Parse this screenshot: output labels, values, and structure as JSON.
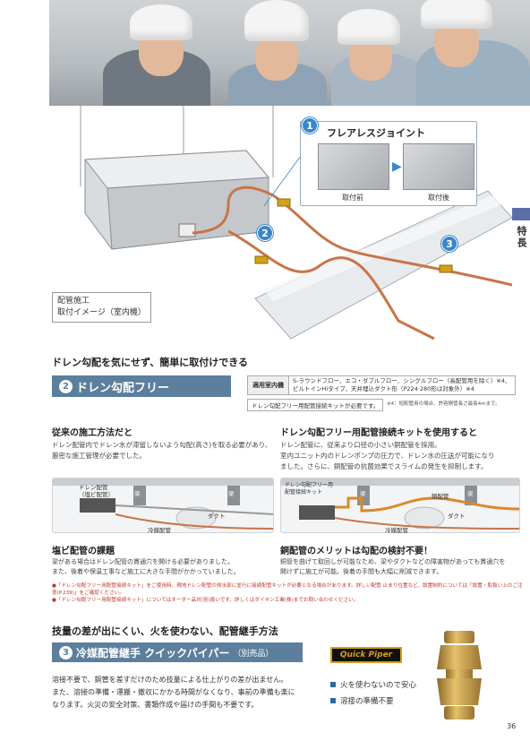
{
  "illustration": {
    "callout_title": "フレアレスジョイント",
    "before_label": "取付前",
    "after_label": "取付後",
    "numbers": [
      "1",
      "2",
      "3"
    ],
    "image_label_line1": "配管施工",
    "image_label_line2": "取付イメージ（室内機）"
  },
  "side_tab": {
    "label": "特長"
  },
  "section2": {
    "headline": "ドレン勾配を気にせず、簡単に取付けできる",
    "num": "2",
    "title": "ドレン勾配フリー",
    "applic_key": "適用室内機",
    "applic_line1": "S-ラウンドフロー、エコ・ダブルフロー、シングルフロー（長配管用を除く）※4、",
    "applic_line2": "ビルトインHiタイプ、天井埋込ダクト形（P224·280形は対象外）※4",
    "kit_note": "ドレン勾配フリー用配管接続キットが必要です。",
    "footnote": "※4：短配管用の場合、許容銅管長さ最長4mまで。",
    "left_head": "従来の施工方法だと",
    "left_body": [
      "ドレン配管内でドレン水が滞留しないよう勾配(高さ)を取る必要があり、",
      "厳密な施工管理が必要でした。"
    ],
    "right_head": "ドレン勾配フリー用配管接続キットを使用すると",
    "right_body": [
      "ドレン配管に、従来より口径の小さい銅配管を採用。",
      "室内ユニット内のドレンポンプの圧力で、ドレン水の圧送が可能になり",
      "ました。さらに、銅配管の抗菌効果でスライムの発生を抑制します。"
    ],
    "left_diag": {
      "label1": "ドレン配管",
      "label2": "（塩ビ配管）",
      "beam": "梁",
      "duct": "ダクト",
      "refrig": "冷媒配管"
    },
    "right_diag": {
      "label1": "ドレン勾配フリー用",
      "label2": "配管接続キット",
      "beam": "梁",
      "copper": "銅配管",
      "duct": "ダクト",
      "refrig": "冷媒配管"
    },
    "left_sub_head": "塩ビ配管の課題",
    "left_sub_body": [
      "梁がある場合はドレン配管の貫通穴を開ける必要がありました。",
      "また、後着や保温工事など施工に大きな手間がかかっていました。"
    ],
    "right_sub_head": "銅配管のメリットは勾配の検討不要！",
    "right_sub_body": [
      "銅管を曲げて取回しが可能なため、梁やダクトなどの障害物があっても貫通穴を",
      "開けずに施工が可能。後着の手間も大幅に削減できます。"
    ],
    "notes": [
      "●「ドレン勾配フリー用配管接続キット」をご使用時、現地ドレン配管の排水部に並行に接続配管キットが必要となる場合があります。詳しい配管 止まり位置など、設置制約については「設置・取扱い上のご注意(P.239)」をご確認ください。",
      "●「ドレン勾配フリー用配管接続キット」についてはオーダー品対(別)扱いです。詳しくはダイキン工業(株)までお問い合わせください。"
    ]
  },
  "section3": {
    "headline": "技量の差が出にくい、火を使わない、配管継手方法",
    "num": "3",
    "title": "冷媒配管継手 クイックパイパー",
    "title_suffix": "（別売品）",
    "body": [
      "溶接不要で、銅管を差すだけのため技量による仕上がりの差が出ません。",
      "また、溶接の準備・運搬・撤収にかかる時間がなくなり、事前の準備も楽に",
      "なります。火災の安全対策、書類作成や届けの手間も不要です。"
    ],
    "logo_text": "Quick Piper",
    "bullets": [
      "火を使わないので安心",
      "溶接の準備不要"
    ]
  },
  "page_number": "36",
  "colors": {
    "accent_blue": "#3a86c8",
    "bar_blue": "#5b7f9d",
    "note_red": "#c0392b",
    "pipe_copper": "#c8754a"
  }
}
